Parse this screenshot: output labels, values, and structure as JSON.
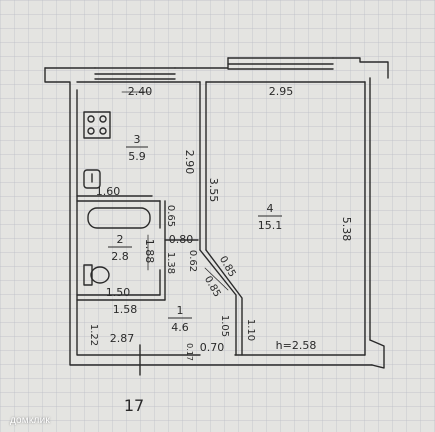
{
  "colors": {
    "paper": "#e4e4e1",
    "grid": "#b9bcc4",
    "ink": "#2a2a2a"
  },
  "rooms": [
    {
      "number": "1",
      "area": "4.6"
    },
    {
      "number": "2",
      "area": "2.8"
    },
    {
      "number": "3",
      "area": "5.9"
    },
    {
      "number": "4",
      "area": "15.1"
    }
  ],
  "dimensions": {
    "kitchen_width": "2.40",
    "room_width": "2.95",
    "kitchen_length": "2.90",
    "kitchen_partition": "1.60",
    "room_depth": "5.38",
    "partition_length": "3.55",
    "bath_width": "1.50",
    "bath_length": "1.88",
    "bath_inner_length": "1.38",
    "hall_width": "1.58",
    "hall_length": "2.87",
    "hall_side": "1.22",
    "door_a": "0.65",
    "door_b": "0.80",
    "door_c": "0.62",
    "door_d": "0.85",
    "door_e": "0.85",
    "door_f": "1.05",
    "door_g": "0.70",
    "door_h": "1.10",
    "wall_g": "0.17",
    "ceiling_height": "h=2.58"
  },
  "apartment_number": "17",
  "watermark": "домклик"
}
